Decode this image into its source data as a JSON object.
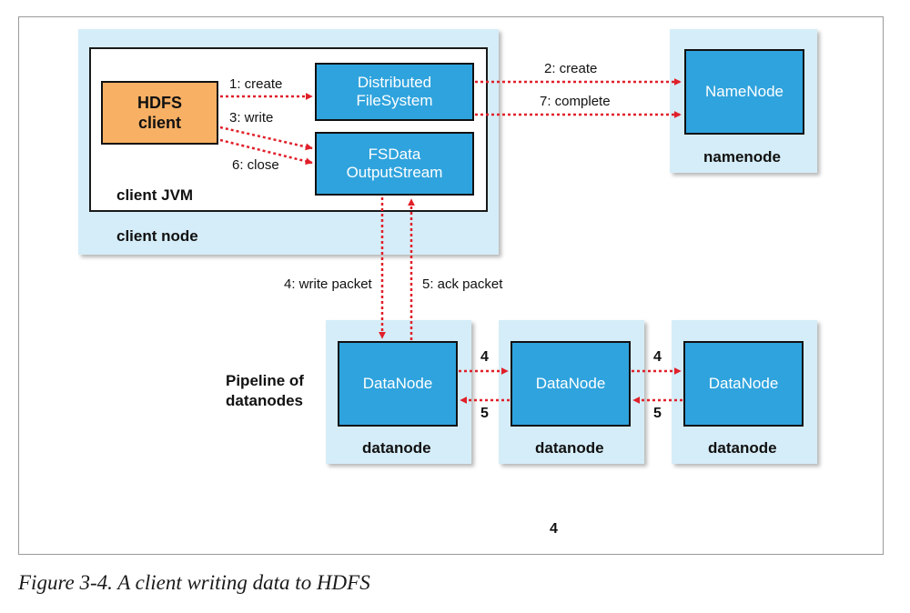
{
  "diagram": {
    "client_node_label": "client node",
    "client_jvm_label": "client JVM",
    "hdfs_client": "HDFS\nclient",
    "distributed_filesystem": "Distributed\nFileSystem",
    "fsdata_outputstream": "FSData\nOutputStream",
    "namenode_box": "NameNode",
    "namenode_label": "namenode",
    "pipeline_label": "Pipeline of\ndatanodes",
    "datanodes": [
      {
        "box": "DataNode",
        "label": "datanode"
      },
      {
        "box": "DataNode",
        "label": "datanode"
      },
      {
        "box": "DataNode",
        "label": "datanode"
      }
    ],
    "edges": {
      "create1": "1: create",
      "write3": "3: write",
      "close6": "6: close",
      "create2": "2: create",
      "complete7": "7: complete",
      "write_packet4": "4: write packet",
      "ack_packet5": "5: ack packet",
      "dn_forward_1": "4",
      "dn_back_1": "5",
      "dn_forward_2": "4",
      "dn_back_2": "5"
    },
    "bottom_number": "4"
  },
  "colors": {
    "node_background": "#d5edf8",
    "blue_box": "#2fa3dd",
    "orange_box": "#f7b064",
    "arrow": "#e0202a"
  },
  "caption": "Figure 3-4. A client writing data to HDFS"
}
